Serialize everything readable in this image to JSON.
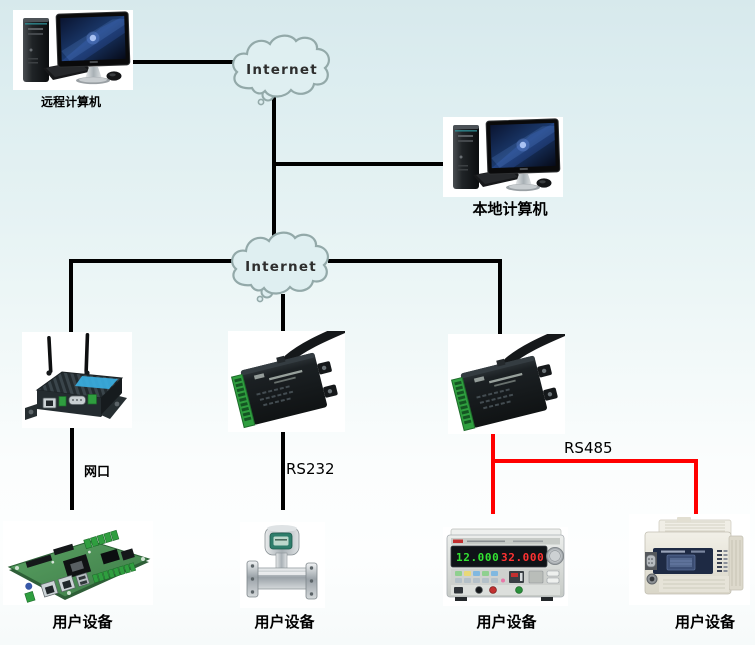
{
  "clouds": {
    "top": {
      "label": "Internet"
    },
    "middle": {
      "label": "Internet"
    }
  },
  "computers": {
    "remote": {
      "label": "远程计算机"
    },
    "local": {
      "label": "本地计算机"
    }
  },
  "links": {
    "lan_port": "网口",
    "rs232": "RS232",
    "rs485": "RS485"
  },
  "user_devices": {
    "labels": [
      "用户设备",
      "用户设备",
      "用户设备",
      "用户设备"
    ]
  },
  "power_supply": {
    "display_left": "12.000",
    "display_right": "32.000"
  },
  "colors": {
    "background_top": "#d7e9ec",
    "background_bottom": "#fdfefe",
    "link_line": "#000000",
    "rs485_line": "#ff0000",
    "cloud_fill": "#dfeff1",
    "cloud_stroke": "#93a9a9",
    "psu_left_digits": "#32e232",
    "psu_right_digits": "#ff3232"
  }
}
